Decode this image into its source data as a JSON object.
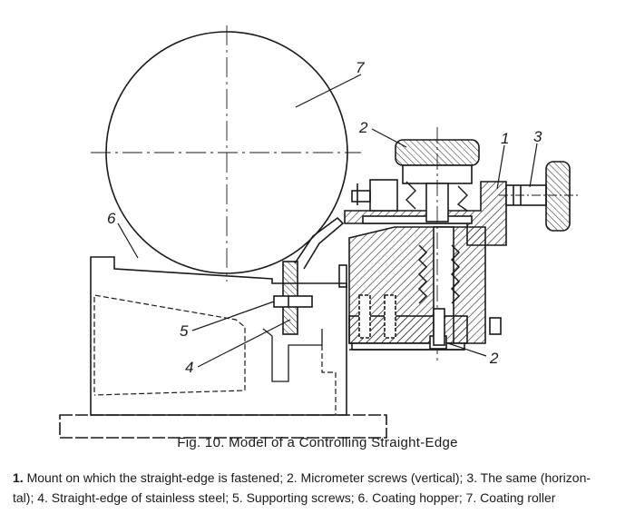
{
  "figure": {
    "labels": [
      "1",
      "2",
      "3",
      "4",
      "5",
      "6",
      "7",
      "2"
    ],
    "caption": "Fig. 10. Model of a Controlling Straight-Edge",
    "legend_line1_num": "1.",
    "legend_line1": " Mount on which the straight-edge is fastened; 2. Micrometer screws (vertical); 3. The same (horizon-",
    "legend_line2": "tal); 4. Straight-edge of stainless steel; 5. Supporting screws; 6. Coating hopper; 7. Coating roller"
  }
}
